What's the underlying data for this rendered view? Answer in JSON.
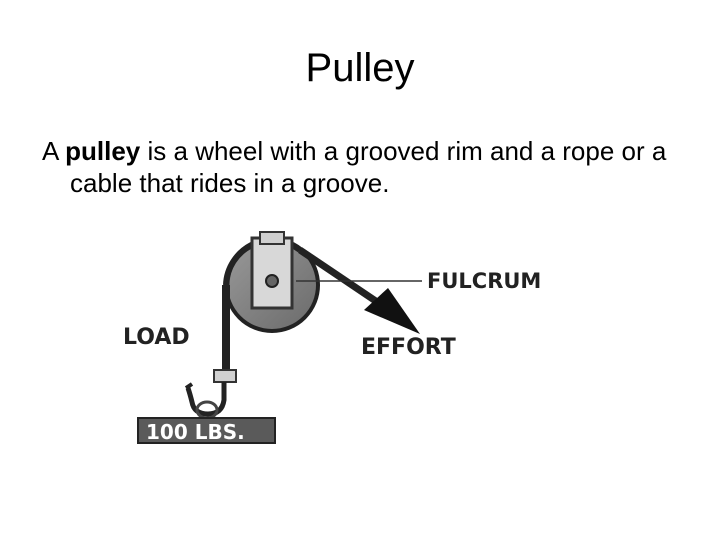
{
  "slide": {
    "title": "Pulley",
    "body": {
      "prefix": "A ",
      "term": "pulley",
      "suffix": " is a wheel with a grooved rim and a rope or a cable that rides in a groove."
    }
  },
  "diagram": {
    "labels": {
      "fulcrum": "FULCRUM",
      "load": "LOAD",
      "effort": "EFFORT",
      "weight": "100 LBS."
    }
  }
}
